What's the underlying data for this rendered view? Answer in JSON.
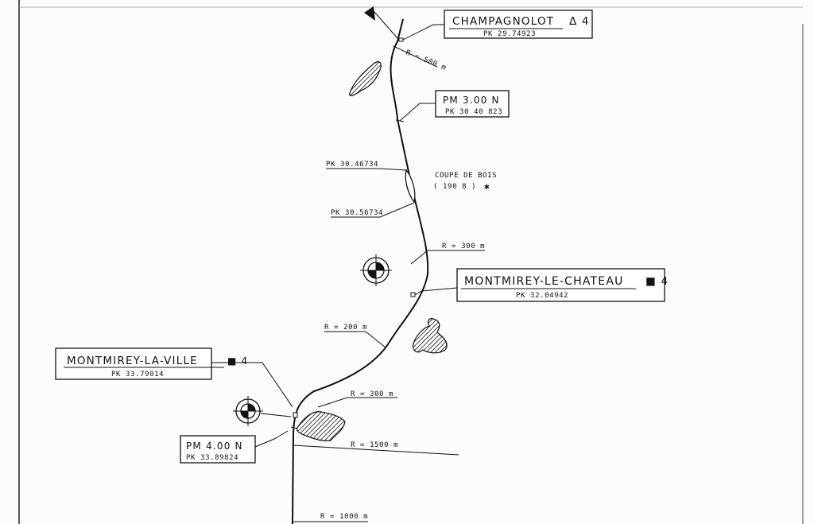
{
  "stations": [
    {
      "name": "CHAMPAGNOLOT",
      "marker": "Δ 4",
      "pk": "PK 29.74923"
    },
    {
      "name": "MONTMIREY-LE-CHATEAU",
      "marker": "■ 4",
      "pk": "PK 32.04942"
    },
    {
      "name": "MONTMIREY-LA-VILLE",
      "marker": "■ 4",
      "pk": "PK 33.79014"
    }
  ],
  "milestones": [
    {
      "name": "PM 3.00 N",
      "pk": "PK 30 40 823"
    },
    {
      "name": "PM 4.00 N",
      "pk": "PK 33.89824"
    }
  ],
  "chainages": [
    "PK 30.46734",
    "PK 30.56734"
  ],
  "note": {
    "line1": "COUPE DE BOIS",
    "line2": "( 190 8 )",
    "symbol": "✱"
  },
  "radii": [
    "R = 500 m",
    "R = 300 m",
    "R = 200 m",
    "R = 300 m",
    "R = 1500 m",
    "R = 1000 m"
  ],
  "colors": {
    "ink": "#111111",
    "paper": "#fcfcfb"
  }
}
